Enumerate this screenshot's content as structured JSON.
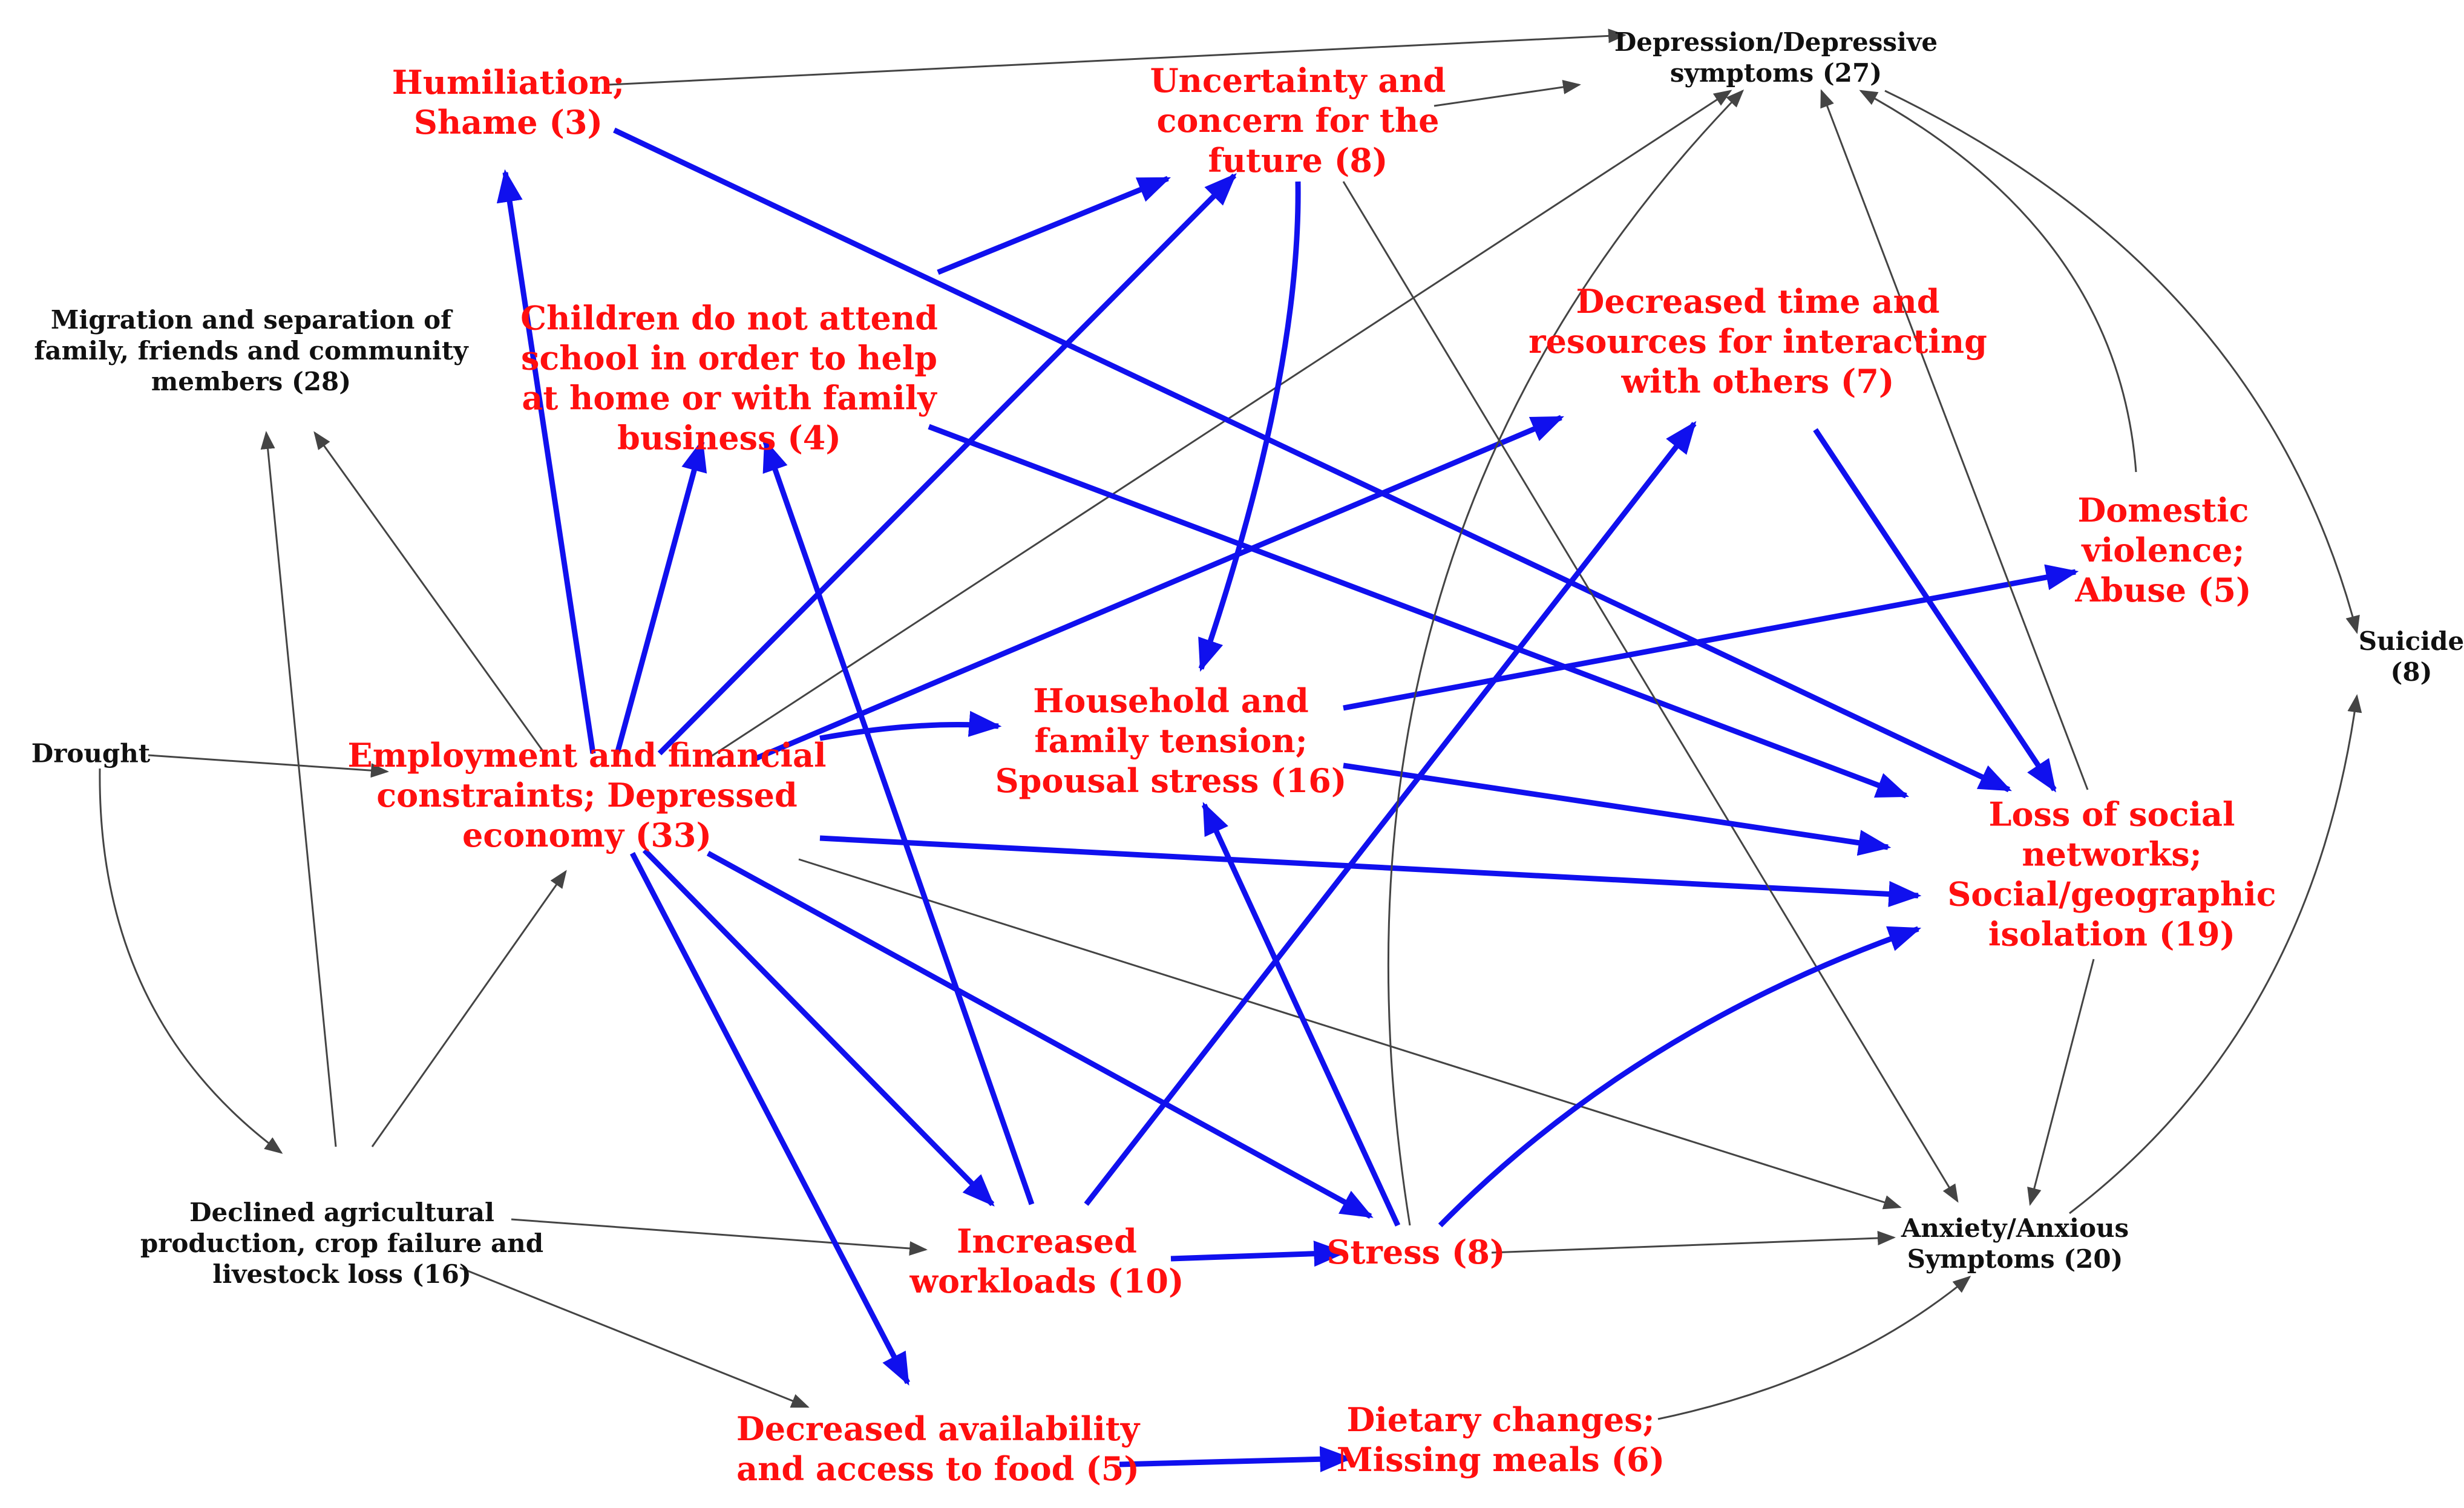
{
  "colors": {
    "red_node": "#ff0f0f",
    "black_node": "#111111",
    "blue_edge": "#1010ee",
    "gray_edge": "#444444"
  },
  "nodes": [
    {
      "id": "drought",
      "label": "Drought",
      "style": "black"
    },
    {
      "id": "migration",
      "label": "Migration and separation of\nfamily, friends and community\nmembers (28)",
      "style": "black"
    },
    {
      "id": "declined",
      "label": "Declined agricultural\nproduction, crop failure and\nlivestock loss (16)",
      "style": "black"
    },
    {
      "id": "employment",
      "label": "Employment and financial\nconstraints; Depressed\neconomy (33)",
      "style": "red"
    },
    {
      "id": "humiliation",
      "label": "Humiliation;\nShame (3)",
      "style": "red"
    },
    {
      "id": "children",
      "label": "Children do not attend\nschool in order to help\nat home or with family\nbusiness (4)",
      "style": "red"
    },
    {
      "id": "uncertainty",
      "label": "Uncertainty and\nconcern for the\nfuture (8)",
      "style": "red"
    },
    {
      "id": "depression",
      "label": "Depression/Depressive\nsymptoms (27)",
      "style": "black"
    },
    {
      "id": "decreased_time",
      "label": "Decreased time and\nresources for interacting\nwith others (7)",
      "style": "red"
    },
    {
      "id": "domestic",
      "label": "Domestic\nviolence;\nAbuse (5)",
      "style": "red"
    },
    {
      "id": "suicide",
      "label": "Suicide (8)",
      "style": "black"
    },
    {
      "id": "household",
      "label": "Household and\nfamily tension;\nSpousal stress (16)",
      "style": "red"
    },
    {
      "id": "loss_social",
      "label": "Loss of social networks;\nSocial/geographic\nisolation (19)",
      "style": "red"
    },
    {
      "id": "workloads",
      "label": "Increased\nworkloads (10)",
      "style": "red"
    },
    {
      "id": "stress",
      "label": "Stress (8)",
      "style": "red"
    },
    {
      "id": "anxiety",
      "label": "Anxiety/Anxious\nSymptoms (20)",
      "style": "black"
    },
    {
      "id": "food",
      "label": "Decreased availability\nand access to food (5)",
      "style": "red"
    },
    {
      "id": "dietary",
      "label": "Dietary changes;\nMissing meals (6)",
      "style": "red"
    }
  ],
  "edges": [
    {
      "from": "drought",
      "to": "employment",
      "style": "gray"
    },
    {
      "from": "drought",
      "to": "declined",
      "style": "gray"
    },
    {
      "from": "declined",
      "to": "migration",
      "style": "gray"
    },
    {
      "from": "declined",
      "to": "employment",
      "style": "gray"
    },
    {
      "from": "declined",
      "to": "workloads",
      "style": "gray"
    },
    {
      "from": "declined",
      "to": "food",
      "style": "gray"
    },
    {
      "from": "employment",
      "to": "migration",
      "style": "gray"
    },
    {
      "from": "employment",
      "to": "humiliation",
      "style": "blue"
    },
    {
      "from": "employment",
      "to": "children",
      "style": "blue"
    },
    {
      "from": "employment",
      "to": "uncertainty",
      "style": "blue"
    },
    {
      "from": "employment",
      "to": "depression",
      "style": "gray"
    },
    {
      "from": "employment",
      "to": "decreased_time",
      "style": "blue"
    },
    {
      "from": "employment",
      "to": "household",
      "style": "blue"
    },
    {
      "from": "employment",
      "to": "loss_social",
      "style": "blue"
    },
    {
      "from": "employment",
      "to": "workloads",
      "style": "blue"
    },
    {
      "from": "employment",
      "to": "stress",
      "style": "blue"
    },
    {
      "from": "employment",
      "to": "anxiety",
      "style": "gray"
    },
    {
      "from": "employment",
      "to": "food",
      "style": "blue"
    },
    {
      "from": "humiliation",
      "to": "depression",
      "style": "gray"
    },
    {
      "from": "humiliation",
      "to": "loss_social",
      "style": "blue"
    },
    {
      "from": "children",
      "to": "uncertainty",
      "style": "blue"
    },
    {
      "from": "children",
      "to": "loss_social",
      "style": "blue"
    },
    {
      "from": "uncertainty",
      "to": "depression",
      "style": "gray"
    },
    {
      "from": "uncertainty",
      "to": "household",
      "style": "blue"
    },
    {
      "from": "uncertainty",
      "to": "anxiety",
      "style": "gray"
    },
    {
      "from": "decreased_time",
      "to": "loss_social",
      "style": "blue"
    },
    {
      "from": "domestic",
      "to": "depression",
      "style": "gray"
    },
    {
      "from": "household",
      "to": "domestic",
      "style": "blue"
    },
    {
      "from": "household",
      "to": "loss_social",
      "style": "blue"
    },
    {
      "from": "loss_social",
      "to": "depression",
      "style": "gray"
    },
    {
      "from": "loss_social",
      "to": "anxiety",
      "style": "gray"
    },
    {
      "from": "depression",
      "to": "suicide",
      "style": "gray"
    },
    {
      "from": "anxiety",
      "to": "suicide",
      "style": "gray"
    },
    {
      "from": "workloads",
      "to": "children",
      "style": "blue"
    },
    {
      "from": "workloads",
      "to": "decreased_time",
      "style": "blue"
    },
    {
      "from": "workloads",
      "to": "stress",
      "style": "blue"
    },
    {
      "from": "stress",
      "to": "household",
      "style": "blue"
    },
    {
      "from": "stress",
      "to": "loss_social",
      "style": "blue"
    },
    {
      "from": "stress",
      "to": "depression",
      "style": "gray"
    },
    {
      "from": "stress",
      "to": "anxiety",
      "style": "gray"
    },
    {
      "from": "food",
      "to": "dietary",
      "style": "blue"
    },
    {
      "from": "dietary",
      "to": "anxiety",
      "style": "gray"
    }
  ]
}
